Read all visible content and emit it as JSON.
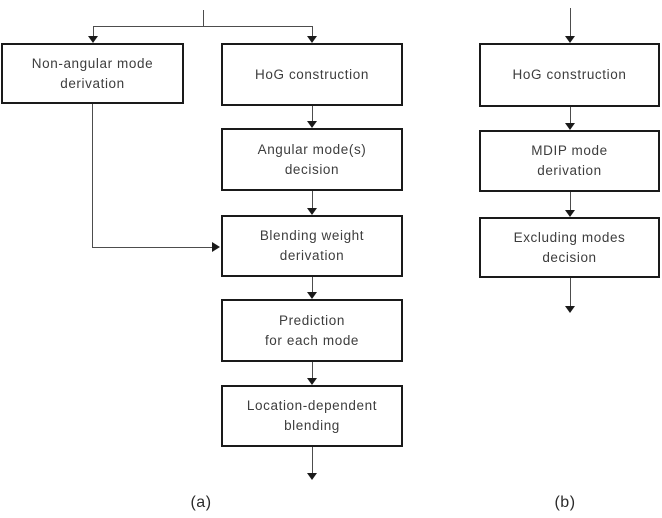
{
  "figure": {
    "panel_a": {
      "caption": "(a)",
      "nodes": {
        "non_angular": "Non-angular mode\nderivation",
        "hog": "HoG construction",
        "angular": "Angular mode(s)\ndecision",
        "blending_weight": "Blending weight\nderivation",
        "prediction": "Prediction\nfor each mode",
        "location_blending": "Location-dependent\nblending"
      }
    },
    "panel_b": {
      "caption": "(b)",
      "nodes": {
        "hog": "HoG construction",
        "mdip": "MDIP mode\nderivation",
        "excluding": "Excluding modes\ndecision"
      }
    },
    "colors": {
      "box_border": "#1a1a1a",
      "connector_line": "#4d4d4d",
      "text": "#3d3d3d",
      "background": "#ffffff"
    }
  }
}
